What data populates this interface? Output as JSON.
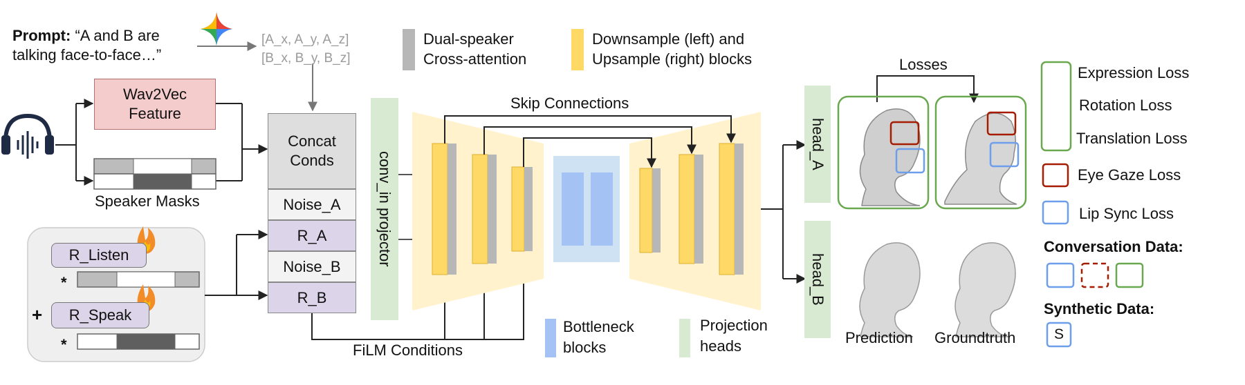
{
  "prompt": {
    "label": "Prompt:",
    "text_line1": "“A and B are",
    "text_line2": "talking face-to-face…”",
    "coords_line1": "[A_x, A_y, A_z]",
    "coords_line2": "[B_x, B_y, B_z]"
  },
  "audio": {
    "wav2vec_line1": "Wav2Vec",
    "wav2vec_line2": "Feature",
    "speaker_masks": "Speaker Masks"
  },
  "listen_speak": {
    "r_listen": "R_Listen",
    "r_speak": "R_Speak",
    "times1": "*",
    "plus": "+",
    "times2": "*"
  },
  "conds": {
    "concat_line1": "Concat",
    "concat_line2": "Conds",
    "noise_a": "Noise_A",
    "r_a": "R_A",
    "noise_b": "Noise_B",
    "r_b": "R_B"
  },
  "network": {
    "conv_in": "conv_in projector",
    "skip": "Skip Connections",
    "film": "FiLM Conditions"
  },
  "legend_top": {
    "cross_line1": "Dual-speaker",
    "cross_line2": "Cross-attention",
    "sample_line1": "Downsample (left) and",
    "sample_line2": "Upsample (right) blocks"
  },
  "legend_bottom": {
    "bottleneck_line1": "Bottleneck",
    "bottleneck_line2": "blocks",
    "proj_line1": "Projection",
    "proj_line2": "heads"
  },
  "heads": {
    "head_a": "head_A",
    "head_b": "head_B",
    "losses": "Losses",
    "prediction": "Prediction",
    "groundtruth": "Groundtruth"
  },
  "loss_legend": {
    "expression": "Expression Loss",
    "rotation": "Rotation Loss",
    "translation": "Translation Loss",
    "eye_gaze": "Eye Gaze Loss",
    "lip_sync": "Lip Sync Loss",
    "conversation": "Conversation Data:",
    "synthetic": "Synthetic Data:",
    "s": "S"
  },
  "colors": {
    "wav2vec_fill": "#f4cccc",
    "purple_fill": "#dcd5ea",
    "concat_fill": "#dedede",
    "conv_fill": "#d9ead3",
    "yellow": "#ffd966",
    "yellow_light": "#fff2cc",
    "bottleneck": "#a4c2f4",
    "green": "#6aa84f",
    "red": "#a61c00",
    "blue": "#6d9eeb"
  }
}
